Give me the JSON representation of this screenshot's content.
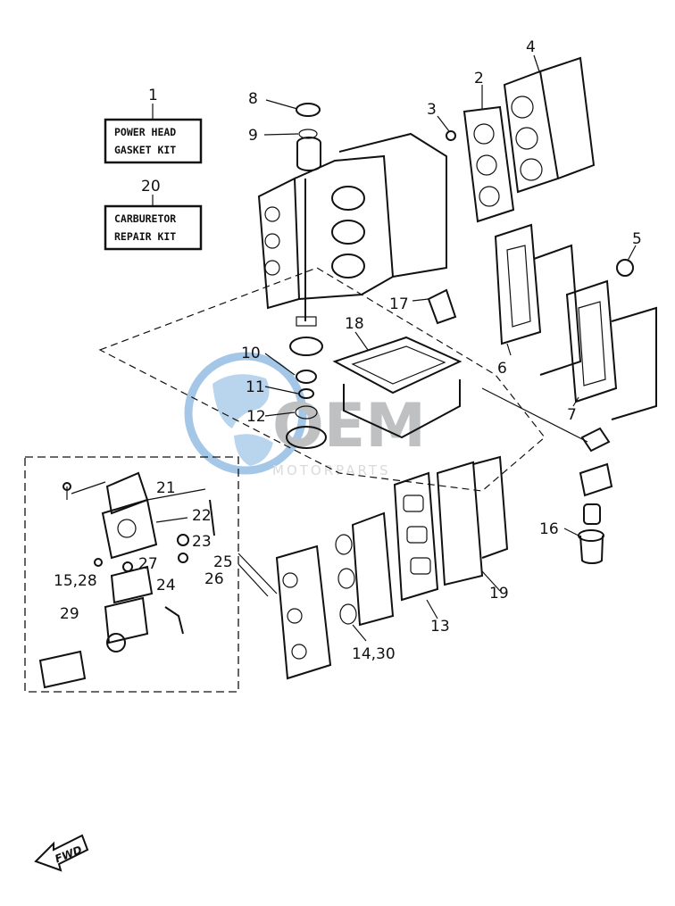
{
  "kits": [
    {
      "number": "1",
      "line1": "POWER HEAD",
      "line2": "GASKET KIT"
    },
    {
      "number": "20",
      "line1": "CARBURETOR",
      "line2": "REPAIR KIT"
    }
  ],
  "callouts": [
    "2",
    "3",
    "4",
    "5",
    "6",
    "7",
    "8",
    "9",
    "10",
    "11",
    "12",
    "13",
    "14,30",
    "15,28",
    "16",
    "17",
    "18",
    "19",
    "21",
    "22",
    "23",
    "24",
    "25",
    "26",
    "27",
    "29"
  ],
  "watermark": {
    "logo": "OEM",
    "text": "MOTORPARTS"
  },
  "fwd_label": "FWD",
  "colors": {
    "ink": "#111111",
    "watermark_blue": "#5b9bd5",
    "watermark_gray": "#8a8d92"
  }
}
